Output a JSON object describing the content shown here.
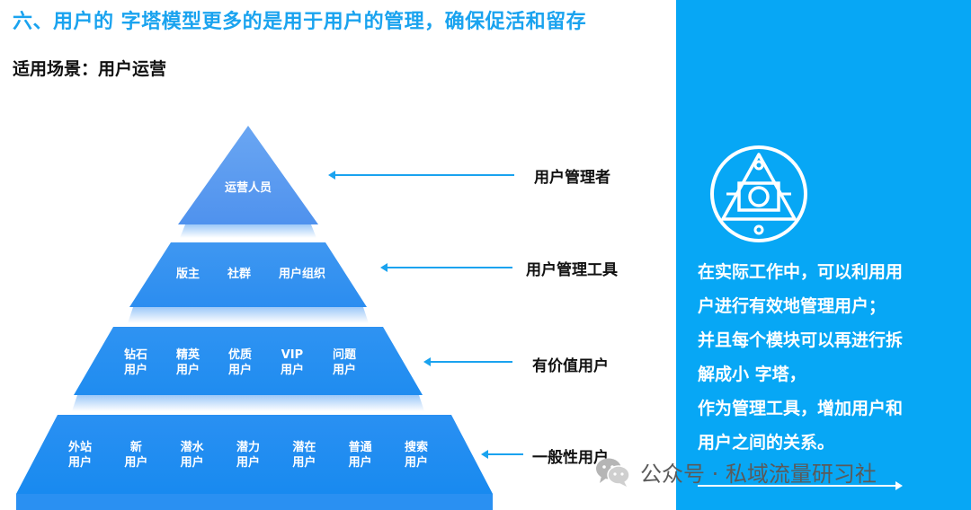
{
  "title": "六、用户的 字塔模型更多的是用于用户的管理，确保促活和留存",
  "subtitle": "适用场景：用户运营",
  "pyramid": {
    "tiers": [
      {
        "items": [
          "运营人员"
        ],
        "label": "用户管理者"
      },
      {
        "items": [
          "版主",
          "社群",
          "用户组织"
        ],
        "label": "用户管理工具"
      },
      {
        "items": [
          "钻石\n用户",
          "精英\n用户",
          "优质\n用户",
          "VIP\n用户",
          "问题\n用户"
        ],
        "label": "有价值用户"
      },
      {
        "items": [
          "外站\n用户",
          "新\n用户",
          "潜水\n用户",
          "潜力\n用户",
          "潜在\n用户",
          "普通\n用户",
          "搜索\n用户"
        ],
        "label": "一般性用户"
      }
    ]
  },
  "panel": {
    "icon": "pyramid-emblem-icon",
    "lines": [
      "在实际工作中，可以利用用",
      "户进行有效地管理用户；",
      "并且每个模块可以再进行拆",
      "解成小 字塔，",
      "作为管理工具，增加用户和",
      "用户之间的关系。"
    ]
  },
  "watermark": {
    "icon": "wechat-icon",
    "text": "公众号 · 私域流量研习社"
  },
  "colors": {
    "accent": "#1aa3ef",
    "panel": "#07a7f5",
    "tier_top": "#5b9ff0",
    "tier_bottom": "#1d8ff0"
  }
}
